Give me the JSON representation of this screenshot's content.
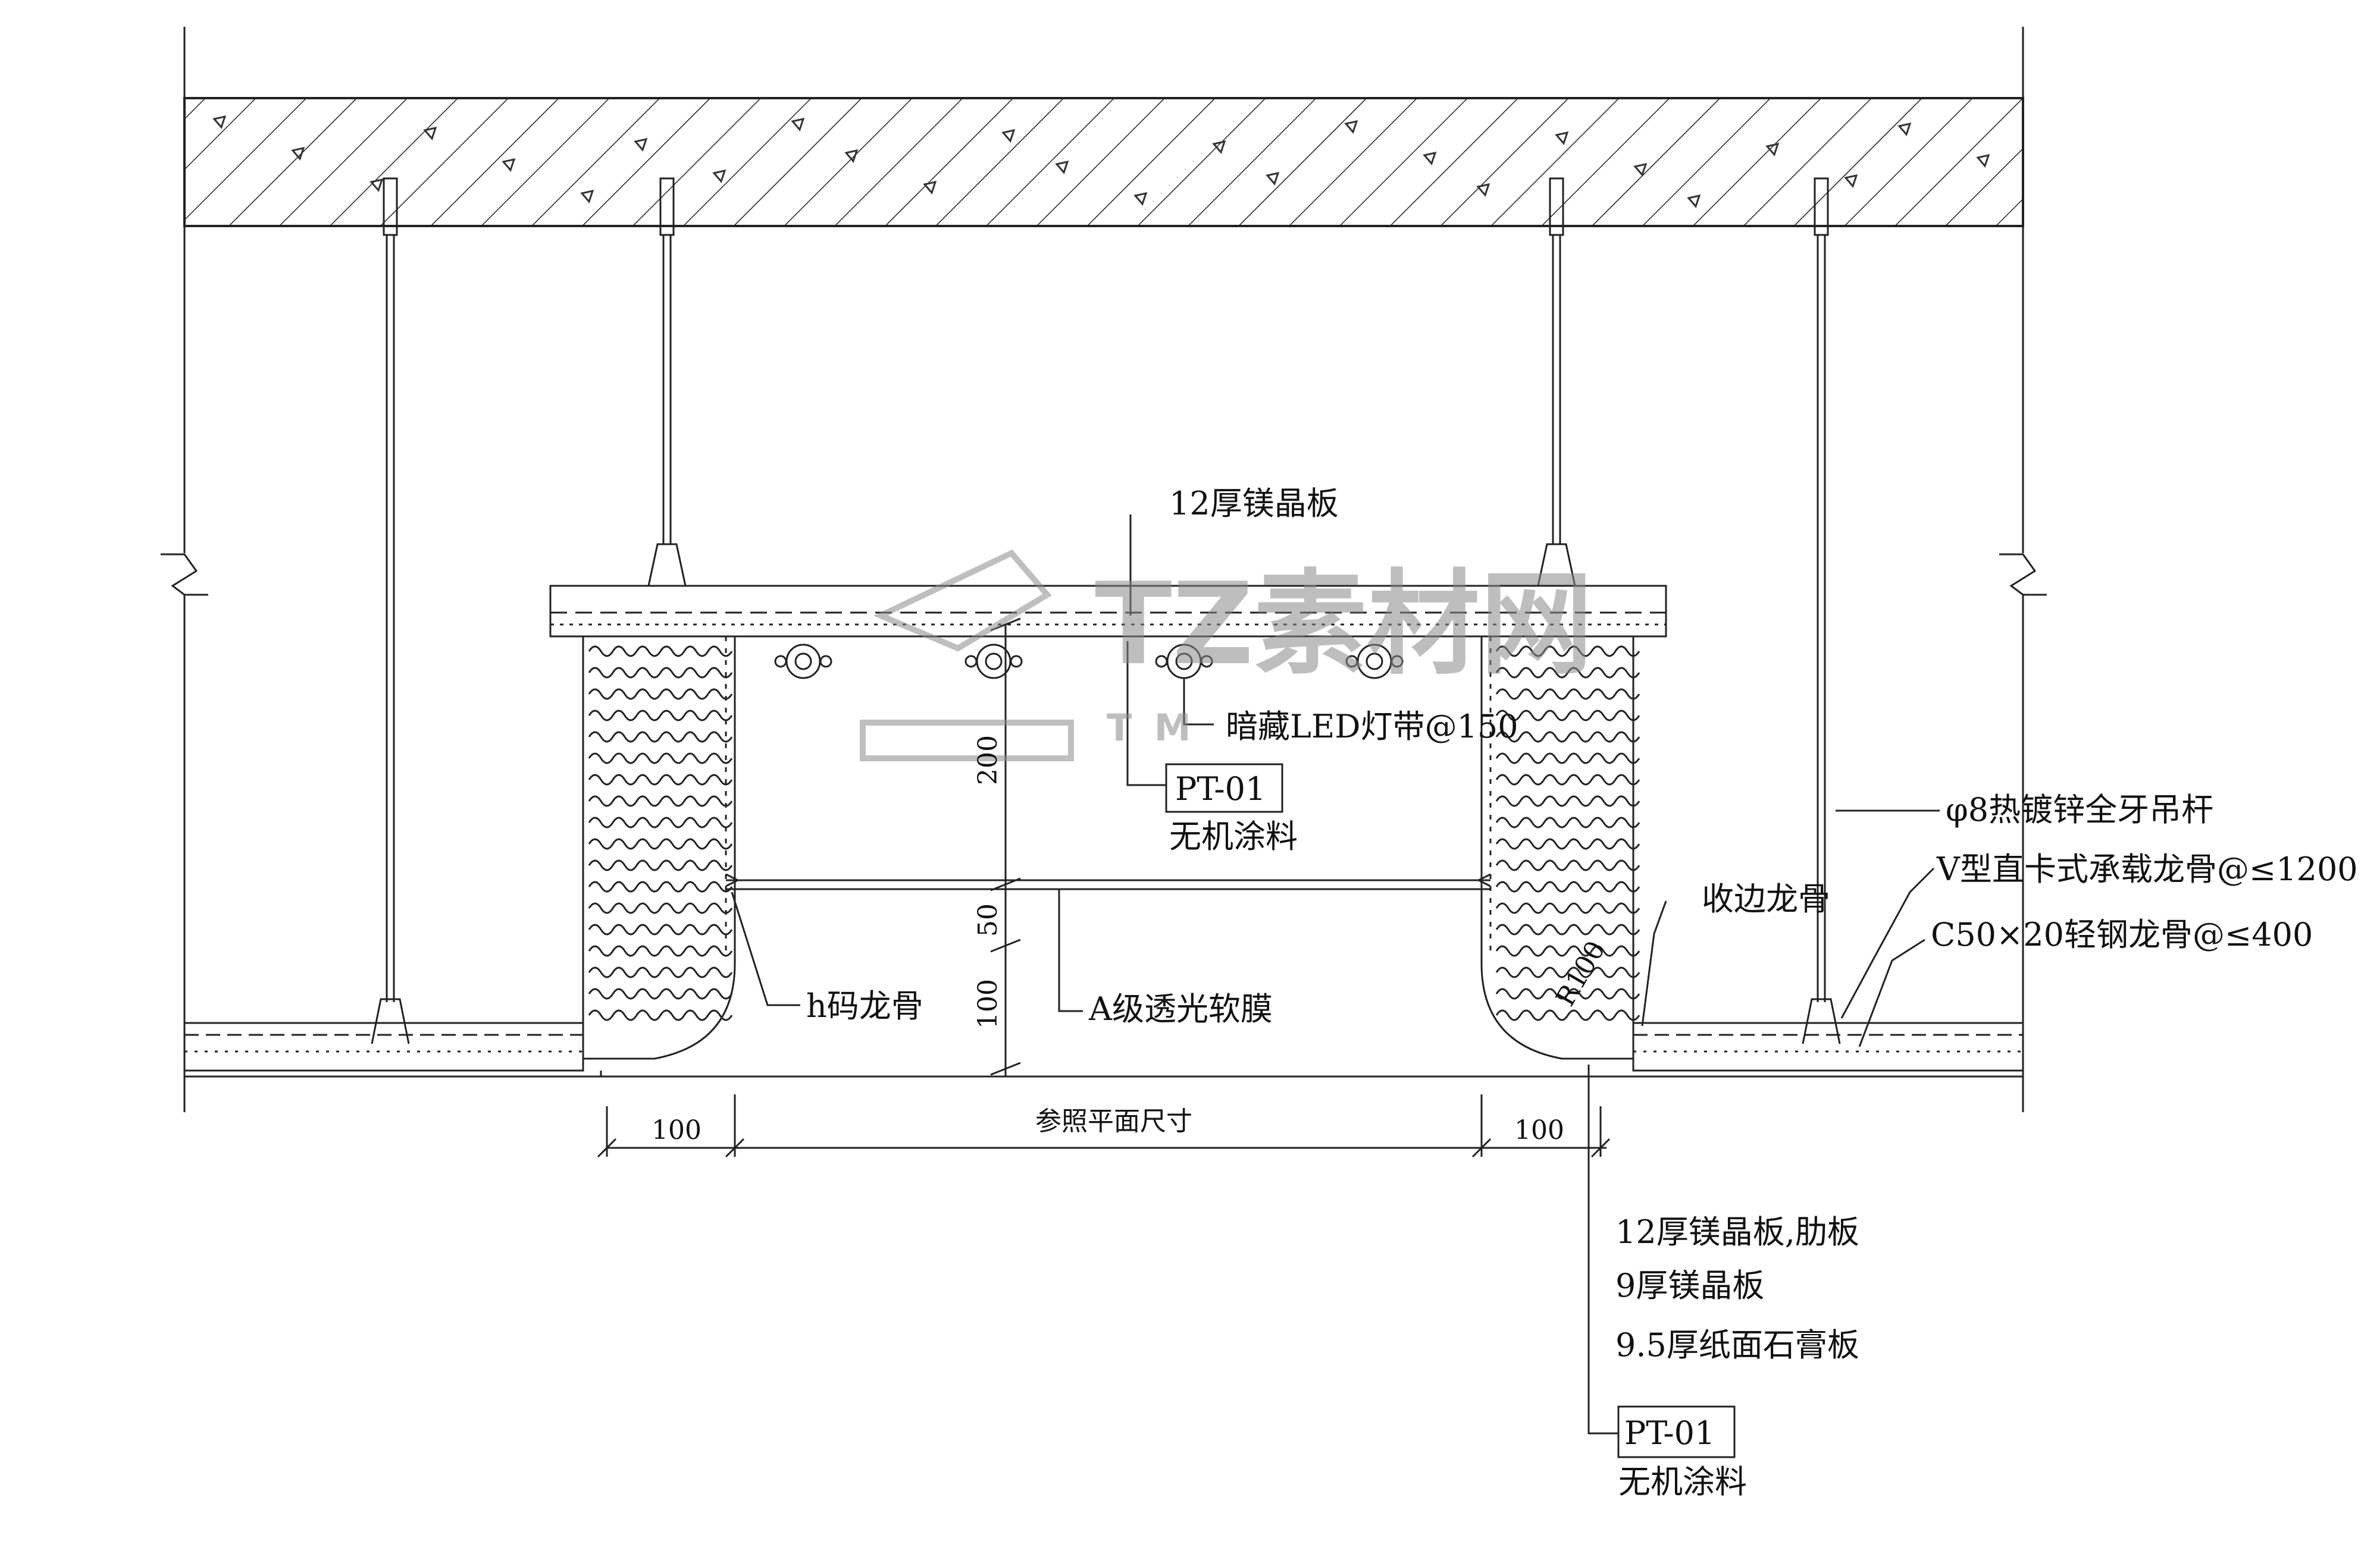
{
  "drawing": {
    "labels": {
      "board_12_top": "12厚镁晶板",
      "led_strip": "暗藏LED灯带@150",
      "tag_pt01": "PT-01",
      "inorganic_paint": "无机涂料",
      "hanger_rod": "φ8热镀锌全牙吊杆",
      "v_keel": "V型直卡式承载龙骨@≤1200",
      "edge_keel": "收边龙骨",
      "c50_keel": "C50×20轻钢龙骨@≤400",
      "h_keel": "h码龙骨",
      "soft_film": "A级透光软膜",
      "radius": "R100",
      "board_12_rib": "12厚镁晶板,肋板",
      "board_9": "9厚镁晶板",
      "gypsum": "9.5厚纸面石膏板",
      "tag_pt01_b": "PT-01",
      "inorganic_paint_b": "无机涂料"
    },
    "dimensions": {
      "d200": "200",
      "d50": "50",
      "d100_v": "100",
      "d100_left": "100",
      "ref_plan": "参照平面尺寸",
      "d100_right": "100"
    },
    "watermark": {
      "brand": "TZ素材网",
      "url": "T          M"
    }
  }
}
